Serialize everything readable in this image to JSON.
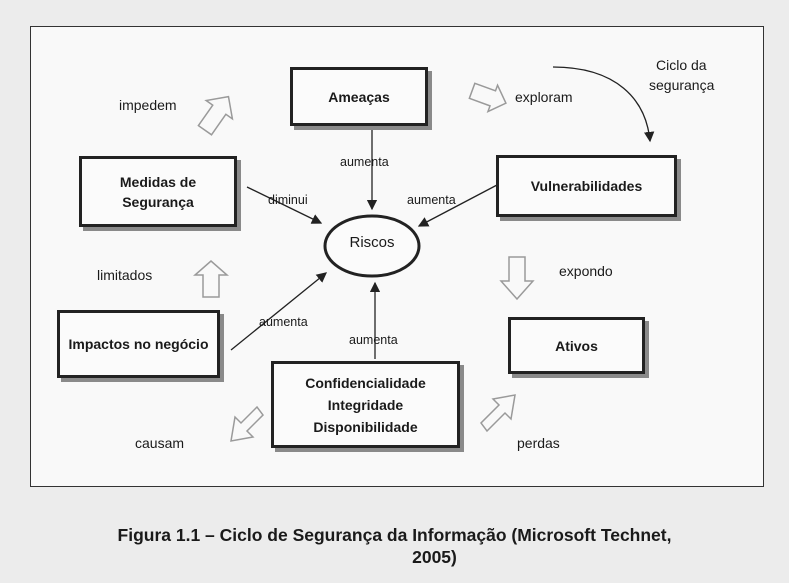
{
  "boxes": {
    "threats": "Ameaças",
    "measures": "Medidas de Segurança",
    "vulnerabilities": "Vulnerabilidades",
    "risks": "Riscos",
    "business_impacts": "Impactos no negócio",
    "assets": "Ativos",
    "cia": [
      "Confidencialidade",
      "Integridade",
      "Disponibilidade"
    ]
  },
  "relations": {
    "impedem": "impedem",
    "exploram": "exploram",
    "cycle_line1": "Ciclo da",
    "cycle_line2": "segurança",
    "aumenta_threats": "aumenta",
    "diminui": "diminui",
    "aumenta_vulnerabilities": "aumenta",
    "limitados": "limitados",
    "expondo": "expondo",
    "aumenta_impacts": "aumenta",
    "aumenta_cia": "aumenta",
    "causam": "causam",
    "perdas": "perdas"
  },
  "caption": {
    "line1": "Figura 1.1 – Ciclo de Segurança da Informação (Microsoft Technet,",
    "line2": "2005)"
  }
}
